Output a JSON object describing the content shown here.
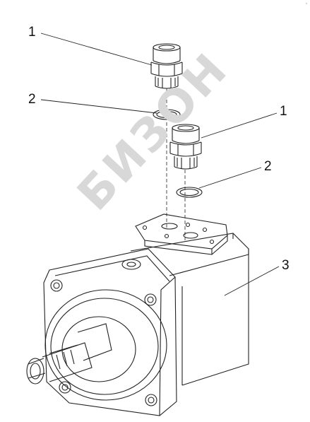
{
  "diagram": {
    "watermark_text": "БИЗОН",
    "corner_mark": "▫",
    "callouts": [
      {
        "id": "fitting-upper",
        "label": "1"
      },
      {
        "id": "seal-upper",
        "label": "2"
      },
      {
        "id": "fitting-lower",
        "label": "1"
      },
      {
        "id": "seal-lower",
        "label": "2"
      },
      {
        "id": "motor",
        "label": "3"
      }
    ]
  }
}
